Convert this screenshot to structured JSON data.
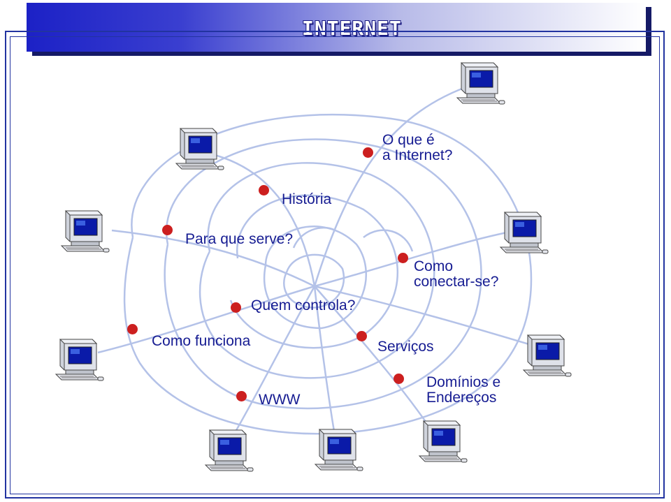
{
  "header": {
    "title": "INTERNET"
  },
  "topics": [
    {
      "id": "o-que-e",
      "lines": [
        "O que é",
        "a Internet?"
      ]
    },
    {
      "id": "historia",
      "lines": [
        "História"
      ]
    },
    {
      "id": "para-que-serve",
      "lines": [
        "Para que serve?"
      ]
    },
    {
      "id": "quem-controla",
      "lines": [
        "Quem controla?"
      ]
    },
    {
      "id": "como-conectar",
      "lines": [
        "Como",
        "conectar-se?"
      ]
    },
    {
      "id": "como-funciona",
      "lines": [
        "Como funciona"
      ]
    },
    {
      "id": "servicos",
      "lines": [
        "Serviços"
      ]
    },
    {
      "id": "www",
      "lines": [
        "WWW"
      ]
    },
    {
      "id": "dominios",
      "lines": [
        "Domínios e",
        "Endereços"
      ]
    }
  ],
  "computers": 9,
  "colors": {
    "accent": "#cc1f1f",
    "text": "#161c92",
    "line": "#b4c2e8",
    "banner": "#1c21c6"
  }
}
